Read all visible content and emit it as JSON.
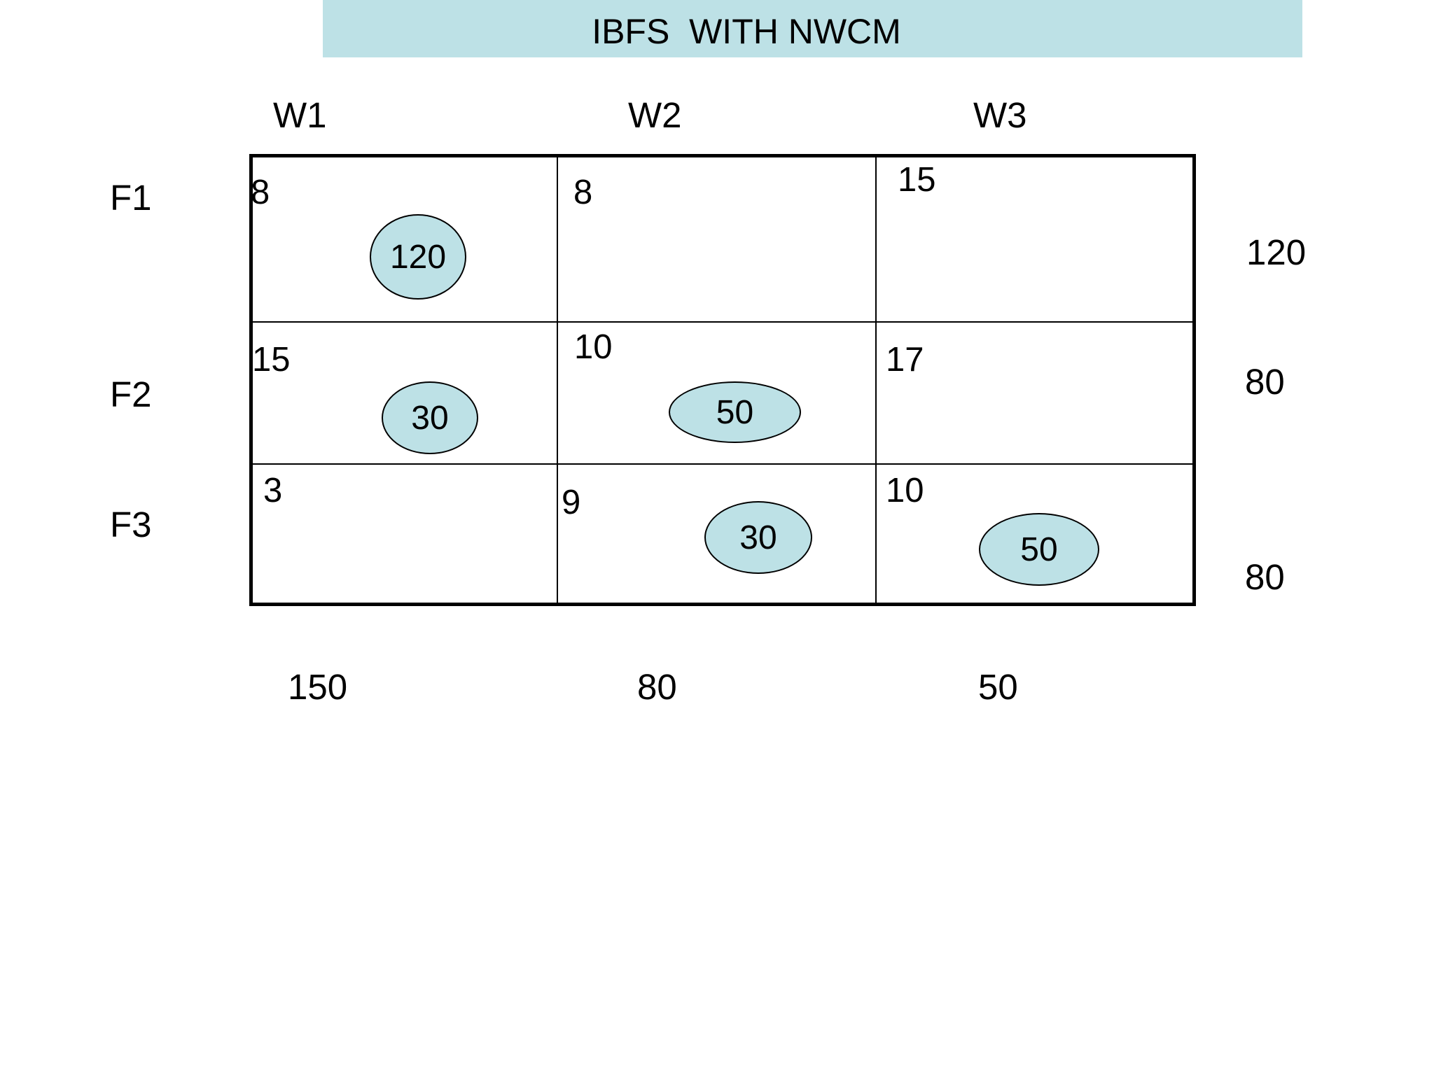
{
  "title": "IBFS  WITH NWCM",
  "columns": [
    "W1",
    "W2",
    "W3"
  ],
  "rows": [
    "F1",
    "F2",
    "F3"
  ],
  "costs": [
    [
      "8",
      "8",
      "15"
    ],
    [
      "15",
      "10",
      "17"
    ],
    [
      "3",
      "9",
      "10"
    ]
  ],
  "allocations": [
    [
      "120",
      "",
      ""
    ],
    [
      "30",
      "50",
      ""
    ],
    [
      "",
      "30",
      "50"
    ]
  ],
  "supply": [
    "120",
    "80",
    "80"
  ],
  "demand": [
    "150",
    "80",
    "50"
  ],
  "colors": {
    "accent": "#bde1e6",
    "line": "#000000"
  }
}
